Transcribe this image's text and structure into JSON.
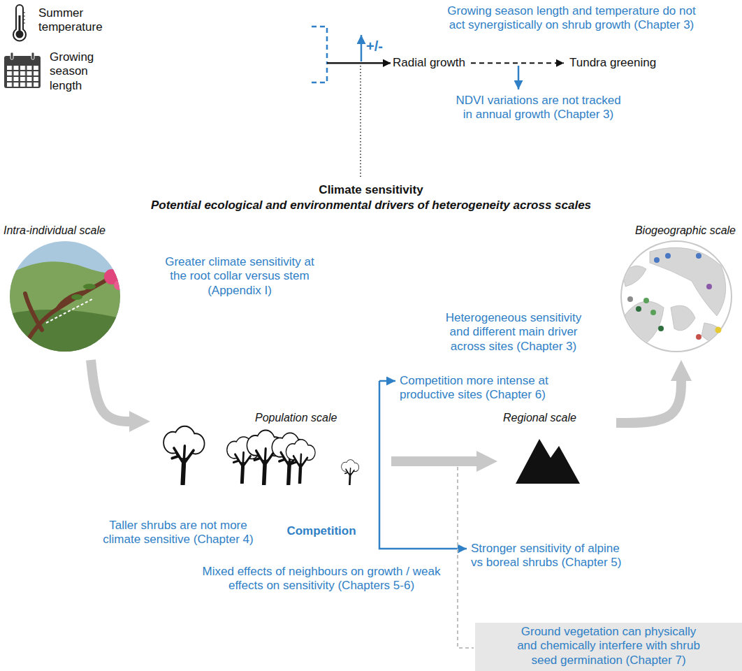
{
  "diagram": {
    "nodes": [
      {
        "text": [
          "Summer temperature"
        ]
      },
      {
        "text": [
          "Growing season length"
        ]
      },
      {
        "text": [
          "Radial growth"
        ]
      },
      {
        "text": [
          "Tundra greening"
        ]
      },
      {
        "text": [
          "Intra-individual scale"
        ]
      },
      {
        "text": [
          "Population scale"
        ]
      },
      {
        "text": [
          "Regional scale"
        ]
      },
      {
        "text": [
          "Biogeographic scale"
        ]
      },
      {
        "text": [
          "Ground vegetation can physically and chemically interfere with shrub seed germination (Chapter 7)"
        ]
      }
    ],
    "edges": [
      {
        "from": 0,
        "to": 2,
        "arrow": "to"
      },
      {
        "from": 1,
        "to": 2,
        "arrow": "to"
      },
      {
        "from": 2,
        "to": 3,
        "arrow": "to"
      },
      {
        "from": 4,
        "to": 5,
        "arrow": "to"
      },
      {
        "from": 5,
        "to": 6,
        "arrow": "to"
      },
      {
        "from": 6,
        "to": 7,
        "arrow": "to"
      }
    ],
    "labels": [
      "+/-",
      "Growing season length and temperature do not act synergistically on shrub growth (Chapter 3)",
      "NDVI variations are not tracked in annual growth (Chapter 3)",
      "Climate sensitivity",
      "Potential ecological and environmental drivers of heterogeneity across scales",
      "Greater climate sensitivity at the root collar versus stem (Appendix I)",
      "Heterogeneous sensitivity and different main driver across sites (Chapter 3)",
      "Competition more intense at productive sites (Chapter 6)",
      "Taller shrubs are not more climate sensitive (Chapter 4)",
      "Competition",
      "Mixed effects of neighbours on growth / weak effects on sensitivity (Chapters 5-6)",
      "Stronger sensitivity of alpine vs boreal shrubs (Chapter 5)"
    ]
  }
}
